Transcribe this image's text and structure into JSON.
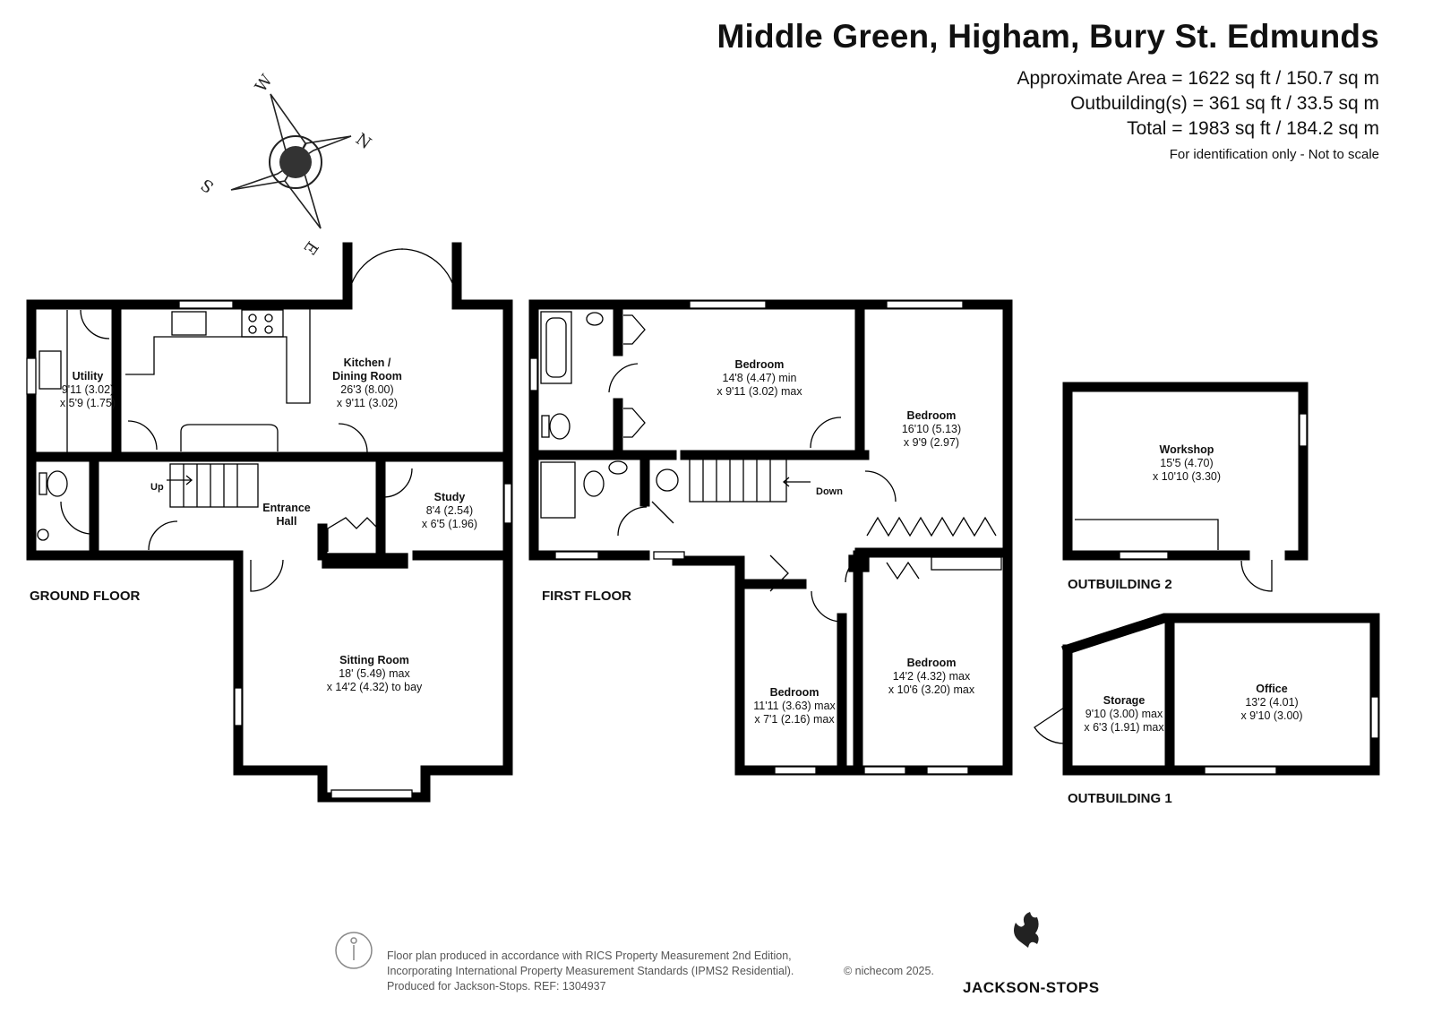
{
  "header": {
    "title": "Middle Green, Higham, Bury St. Edmunds",
    "approx_area": "Approximate Area = 1622 sq ft / 150.7 sq m",
    "outbuildings": "Outbuilding(s) = 361 sq ft / 33.5 sq m",
    "total": "Total = 1983 sq ft / 184.2 sq m",
    "disclaimer": "For identification only - Not to scale"
  },
  "compass": {
    "n": "N",
    "e": "E",
    "s": "S",
    "w": "W"
  },
  "floors": {
    "ground": "GROUND FLOOR",
    "first": "FIRST FLOOR",
    "outbuilding2": "OUTBUILDING 2",
    "outbuilding1": "OUTBUILDING 1"
  },
  "rooms": {
    "utility": {
      "name": "Utility",
      "d1": "9'11 (3.02)",
      "d2": "x 5'9 (1.75)"
    },
    "kitchen": {
      "name": "Kitchen /",
      "name2": "Dining Room",
      "d1": "26'3 (8.00)",
      "d2": "x 9'11 (3.02)"
    },
    "entrance": {
      "name": "Entrance",
      "name2": "Hall"
    },
    "study": {
      "name": "Study",
      "d1": "8'4 (2.54)",
      "d2": "x 6'5 (1.96)"
    },
    "sitting": {
      "name": "Sitting Room",
      "d1": "18' (5.49) max",
      "d2": "x 14'2 (4.32) to bay"
    },
    "bed1": {
      "name": "Bedroom",
      "d1": "14'8 (4.47) min",
      "d2": "x 9'11 (3.02) max"
    },
    "bed2": {
      "name": "Bedroom",
      "d1": "16'10 (5.13)",
      "d2": "x 9'9 (2.97)"
    },
    "bed3": {
      "name": "Bedroom",
      "d1": "14'2 (4.32) max",
      "d2": "x 10'6 (3.20) max"
    },
    "bed4": {
      "name": "Bedroom",
      "d1": "11'11 (3.63) max",
      "d2": "x 7'1 (2.16) max"
    },
    "workshop": {
      "name": "Workshop",
      "d1": "15'5 (4.70)",
      "d2": "x 10'10 (3.30)"
    },
    "storage": {
      "name": "Storage",
      "d1": "9'10 (3.00) max",
      "d2": "x 6'3 (1.91) max"
    },
    "office": {
      "name": "Office",
      "d1": "13'2 (4.01)",
      "d2": "x 9'10 (3.00)"
    }
  },
  "stairs": {
    "up": "Up",
    "down": "Down"
  },
  "footer": {
    "line1": "Floor plan produced in accordance with RICS Property Measurement 2nd Edition,",
    "line2": "Incorporating International Property Measurement Standards (IPMS2 Residential).",
    "line3": "Produced for Jackson-Stops.   REF:  1304937",
    "copyright": "© nichecom 2025.",
    "brand": "JACKSON-STOPS"
  }
}
